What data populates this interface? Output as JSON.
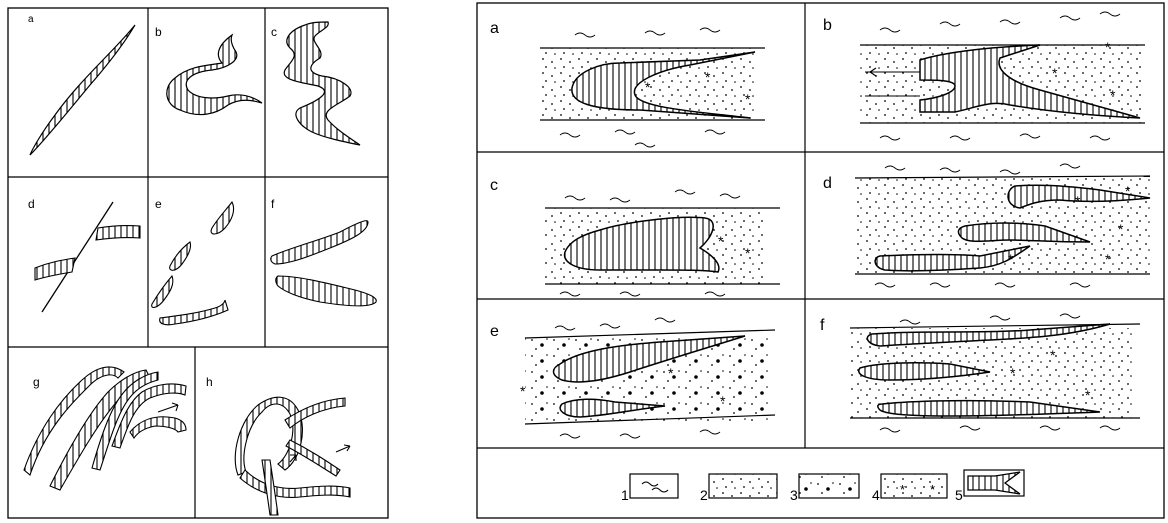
{
  "left_figure": {
    "panels": [
      {
        "id": "a",
        "label": "a"
      },
      {
        "id": "b",
        "label": "b"
      },
      {
        "id": "c",
        "label": "c"
      },
      {
        "id": "d",
        "label": "d"
      },
      {
        "id": "e",
        "label": "e"
      },
      {
        "id": "f",
        "label": "f"
      },
      {
        "id": "g",
        "label": "g"
      },
      {
        "id": "h",
        "label": "h"
      }
    ]
  },
  "right_figure": {
    "panels": [
      {
        "id": "a",
        "label": "a"
      },
      {
        "id": "b",
        "label": "b"
      },
      {
        "id": "c",
        "label": "c"
      },
      {
        "id": "d",
        "label": "d"
      },
      {
        "id": "e",
        "label": "e"
      },
      {
        "id": "f",
        "label": "f"
      }
    ],
    "legend": [
      {
        "number": "1",
        "pattern": "wavy-lines"
      },
      {
        "number": "2",
        "pattern": "dots"
      },
      {
        "number": "3",
        "pattern": "dots-and-pebbles"
      },
      {
        "number": "4",
        "pattern": "dots-and-asterisks"
      },
      {
        "number": "5",
        "pattern": "vertical-hatch-wedge"
      }
    ]
  }
}
